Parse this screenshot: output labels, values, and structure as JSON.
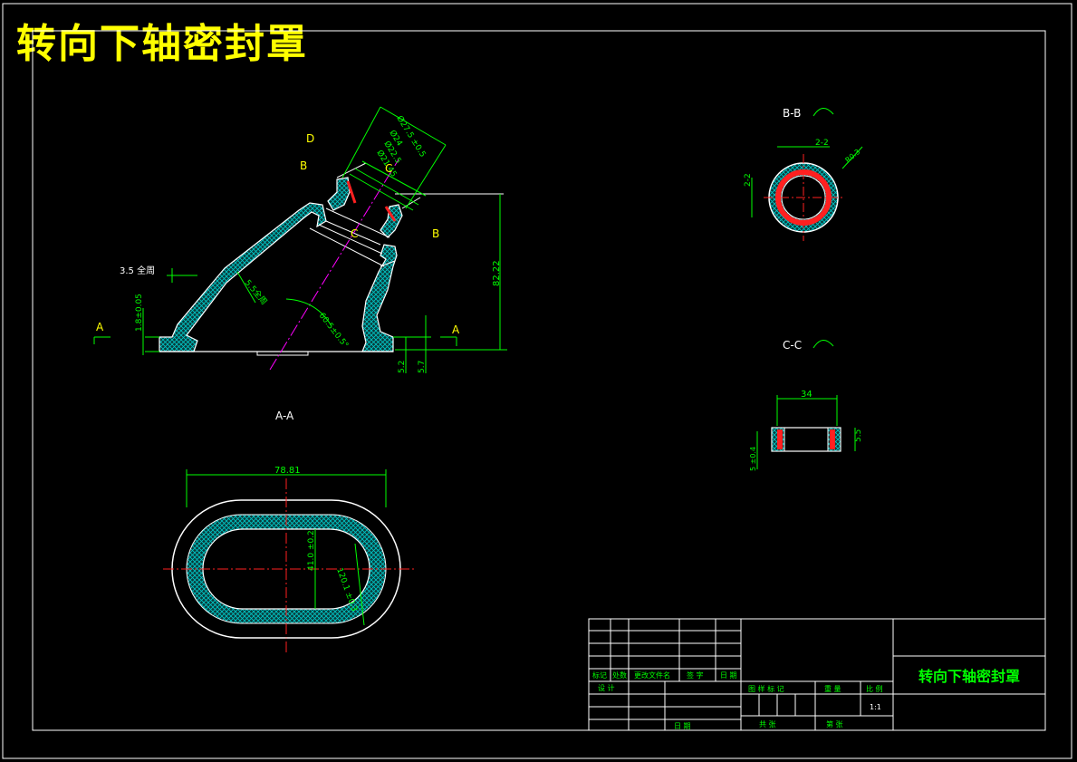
{
  "title": "转向下轴密封罩",
  "views": {
    "section_aa": "A-A",
    "section_bb": "B-B",
    "section_cc": "C-C"
  },
  "markers": {
    "a_left": "A",
    "a_right": "A",
    "b_top": "B",
    "b_bottom": "B",
    "c_top": "C",
    "c_mid": "C",
    "d": "D"
  },
  "dimensions": {
    "main_height": "82.22",
    "width_oval": "78.81",
    "oval_height": "41.0 ±0.2",
    "oval_wall": "120.1 ±0.3",
    "wall_thickness": "3.5 全周",
    "wall_thickness_2": "5.5全周",
    "base_height": "1.8±0.05",
    "h_5_2": "5.2",
    "h_5_7": "5.7",
    "angle": "60.5±0.5°",
    "dia_top_1": "Ø27.5 ±0.5",
    "dia_top_2": "Ø24",
    "dia_top_3": "Ø22.5",
    "dia_top_4": "Ø21.45",
    "bb_w": "2-2",
    "bb_h": "2-2",
    "bb_r": "R0.3",
    "cc_w": "34",
    "cc_h1": "5.5",
    "cc_h2": "5 ±0.4"
  },
  "title_block": {
    "name": "转向下轴密封罩",
    "scale": "1:1",
    "rev_headers": [
      "标记",
      "处数",
      "更改文件名",
      "签 字",
      "日 期"
    ],
    "design": "设 计",
    "date": "日 期",
    "stage_label": "图 样 标 记",
    "weight_label": "重 量",
    "scale_label": "比 例",
    "sheet_total": "共    张",
    "sheet_no": "第    张"
  },
  "colors": {
    "background": "#000000",
    "outline": "#ffffff",
    "dimension": "#00ff00",
    "label": "#ffff00",
    "centerline": "#ff00ff",
    "section_red": "#ff2020",
    "hatch": "#00c8c8"
  }
}
